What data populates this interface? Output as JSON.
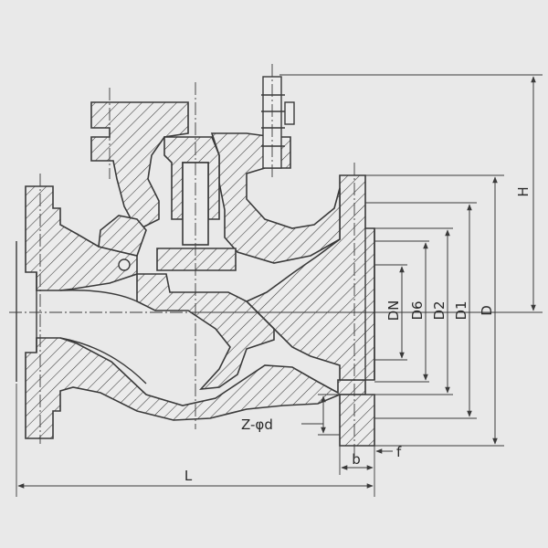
{
  "drawing": {
    "line_color": "#3a3a3a",
    "background": "#e9e9e9",
    "labels": {
      "H": "H",
      "DN": "DN",
      "D6": "D6",
      "D2": "D2",
      "D1": "D1",
      "D": "D",
      "L": "L",
      "b": "b",
      "f": "f",
      "bolt": "Z-φd"
    }
  }
}
